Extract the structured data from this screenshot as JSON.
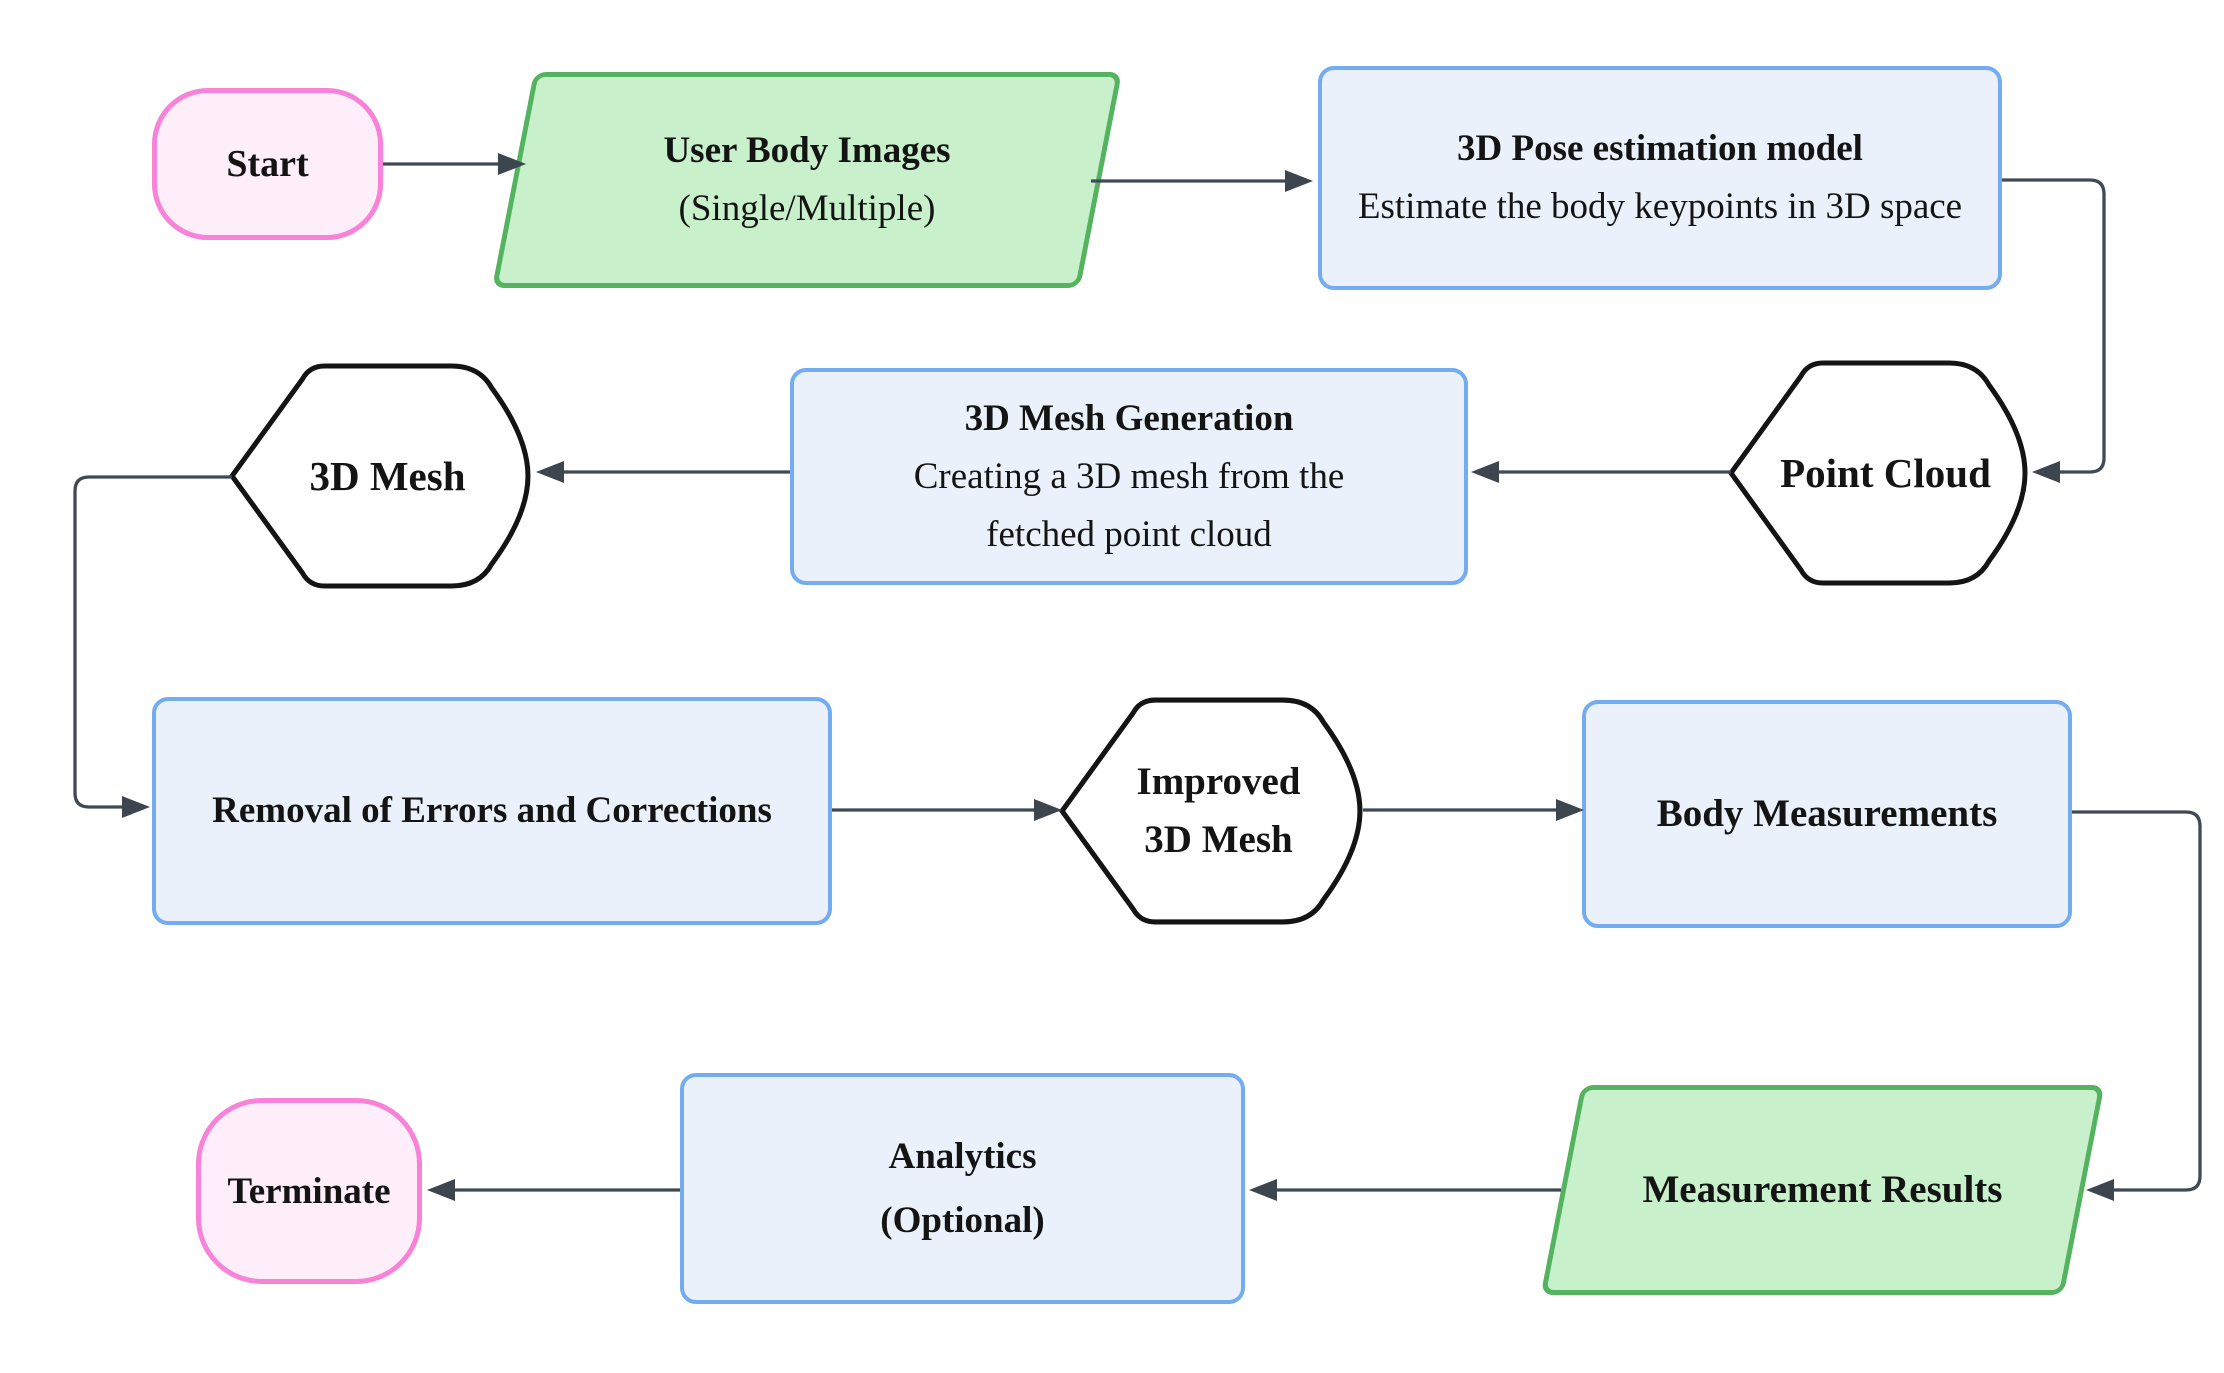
{
  "diagram": {
    "type": "flowchart",
    "colors": {
      "background": "#ffffff",
      "process_fill": "#eaf1fb",
      "process_border": "#74acf1",
      "data_fill": "#c7f0cb",
      "data_border": "#53b35f",
      "terminator_fill": "#fdeefa",
      "terminator_border": "#f782d7",
      "display_fill": "#ffffff",
      "display_border": "#141414",
      "connector": "#414a54",
      "text": "#141414"
    },
    "nodes": [
      {
        "id": "start",
        "type": "terminator",
        "label": "Start"
      },
      {
        "id": "user-body-images",
        "type": "parallelogram",
        "title": "User Body Images",
        "subtitle": "(Single/Multiple)"
      },
      {
        "id": "pose-model",
        "type": "process",
        "title": "3D Pose estimation model",
        "subtitle": "Estimate the body keypoints in 3D space"
      },
      {
        "id": "point-cloud",
        "type": "display",
        "label": "Point Cloud"
      },
      {
        "id": "mesh-generation",
        "type": "process",
        "title": "3D Mesh Generation",
        "subtitle": "Creating a 3D mesh from the fetched point cloud"
      },
      {
        "id": "3d-mesh",
        "type": "display",
        "label": "3D Mesh"
      },
      {
        "id": "removal-corrections",
        "type": "process",
        "title": "Removal of Errors and Corrections"
      },
      {
        "id": "improved-3d-mesh",
        "type": "display",
        "lines": [
          "Improved",
          "3D Mesh"
        ]
      },
      {
        "id": "body-measurements",
        "type": "process",
        "title": "Body Measurements"
      },
      {
        "id": "measurement-results",
        "type": "parallelogram",
        "title": "Measurement Results"
      },
      {
        "id": "analytics",
        "type": "process",
        "title": "Analytics",
        "subtitle": "(Optional)"
      },
      {
        "id": "terminate",
        "type": "terminator",
        "label": "Terminate"
      }
    ],
    "edges": [
      {
        "from": "start",
        "to": "user-body-images"
      },
      {
        "from": "user-body-images",
        "to": "pose-model"
      },
      {
        "from": "pose-model",
        "to": "point-cloud"
      },
      {
        "from": "point-cloud",
        "to": "mesh-generation"
      },
      {
        "from": "mesh-generation",
        "to": "3d-mesh"
      },
      {
        "from": "3d-mesh",
        "to": "removal-corrections"
      },
      {
        "from": "removal-corrections",
        "to": "improved-3d-mesh"
      },
      {
        "from": "improved-3d-mesh",
        "to": "body-measurements"
      },
      {
        "from": "body-measurements",
        "to": "measurement-results"
      },
      {
        "from": "measurement-results",
        "to": "analytics"
      },
      {
        "from": "analytics",
        "to": "terminate"
      }
    ]
  }
}
